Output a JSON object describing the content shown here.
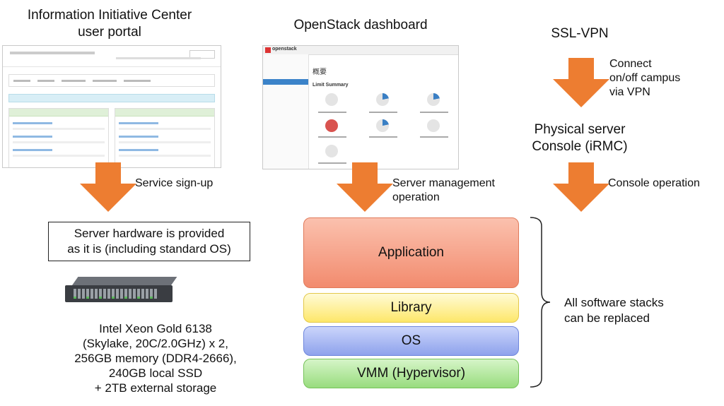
{
  "titles": {
    "portal_line1": "Information Initiative Center",
    "portal_line2": "user portal",
    "openstack": "OpenStack dashboard",
    "sslvpn": "SSL-VPN"
  },
  "labels": {
    "signup": "Service sign-up",
    "server_mgmt_line1": "Server management",
    "server_mgmt_line2": "operation",
    "connect_line1": "Connect",
    "connect_line2": "on/off campus",
    "connect_line3": "via VPN",
    "physical_line1": "Physical server",
    "physical_line2": "Console (iRMC)",
    "console_op": "Console operation"
  },
  "provided_box": {
    "line1": "Server hardware is provided",
    "line2": "as it is (including standard OS)"
  },
  "server_spec": [
    "Intel Xeon Gold 6138",
    "(Skylake, 20C/2.0GHz) x 2,",
    "256GB memory (DDR4-2666),",
    "240GB local SSD",
    "+ 2TB external storage"
  ],
  "stack": {
    "application": "Application",
    "library": "Library",
    "os": "OS",
    "vmm": "VMM (Hypervisor)"
  },
  "brace_note": {
    "line1": "All software stacks",
    "line2": "can be replaced"
  },
  "openstack_shot": {
    "brand": "openstack",
    "heading": "概要",
    "section": "Limit Summary"
  },
  "colors": {
    "arrow": "#ed7d31",
    "application": "#f8a48c",
    "library": "#fff2a8",
    "os": "#aab8f0",
    "vmm": "#b4e6a0"
  }
}
